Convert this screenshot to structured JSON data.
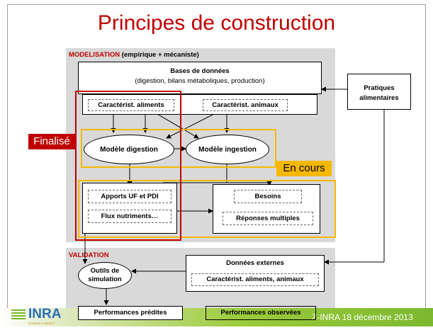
{
  "slide": {
    "title": "Principes de construction",
    "footer_text": "Z-INRA 18 décembre 2013",
    "logo_text": "INRA",
    "logo_subtext": "SCIENCE & IMPACT"
  },
  "modelisation": {
    "label": "MODELISATION",
    "sublabel": "(empirique  + mécaniste)",
    "bases": {
      "title": "Bases de données",
      "subtitle": "(digestion, bilans métaboliques, production)"
    },
    "caract_aliments": "Caractérist. aliments",
    "caract_animaux": "Caractérist. animaux",
    "modele_digestion": "Modèle digestion",
    "modele_ingestion": "Modèle ingestion",
    "apports": "Apports UF et PDI",
    "flux": "Flux nutriments…",
    "besoins": "Besoins",
    "reponses": "Réponses multiples"
  },
  "pratiques": "Pratiques alimentaires",
  "tags": {
    "finalise": "Finalisé",
    "en_cours": "En cours"
  },
  "validation": {
    "label": "VALIDATION",
    "outils": "Outils de simulation",
    "donnees_externes": "Données externes",
    "caract_aliments_animaux": "Caractérist.  aliments, animaux",
    "perf_predites": "Performances prédites",
    "perf_observees": "Performances observées"
  },
  "colors": {
    "title": "#c00000",
    "finalise_frame": "#c00000",
    "en_cours_frame": "#f5b800",
    "panel": "#d9d9d9",
    "footer": "#7cb82f"
  }
}
